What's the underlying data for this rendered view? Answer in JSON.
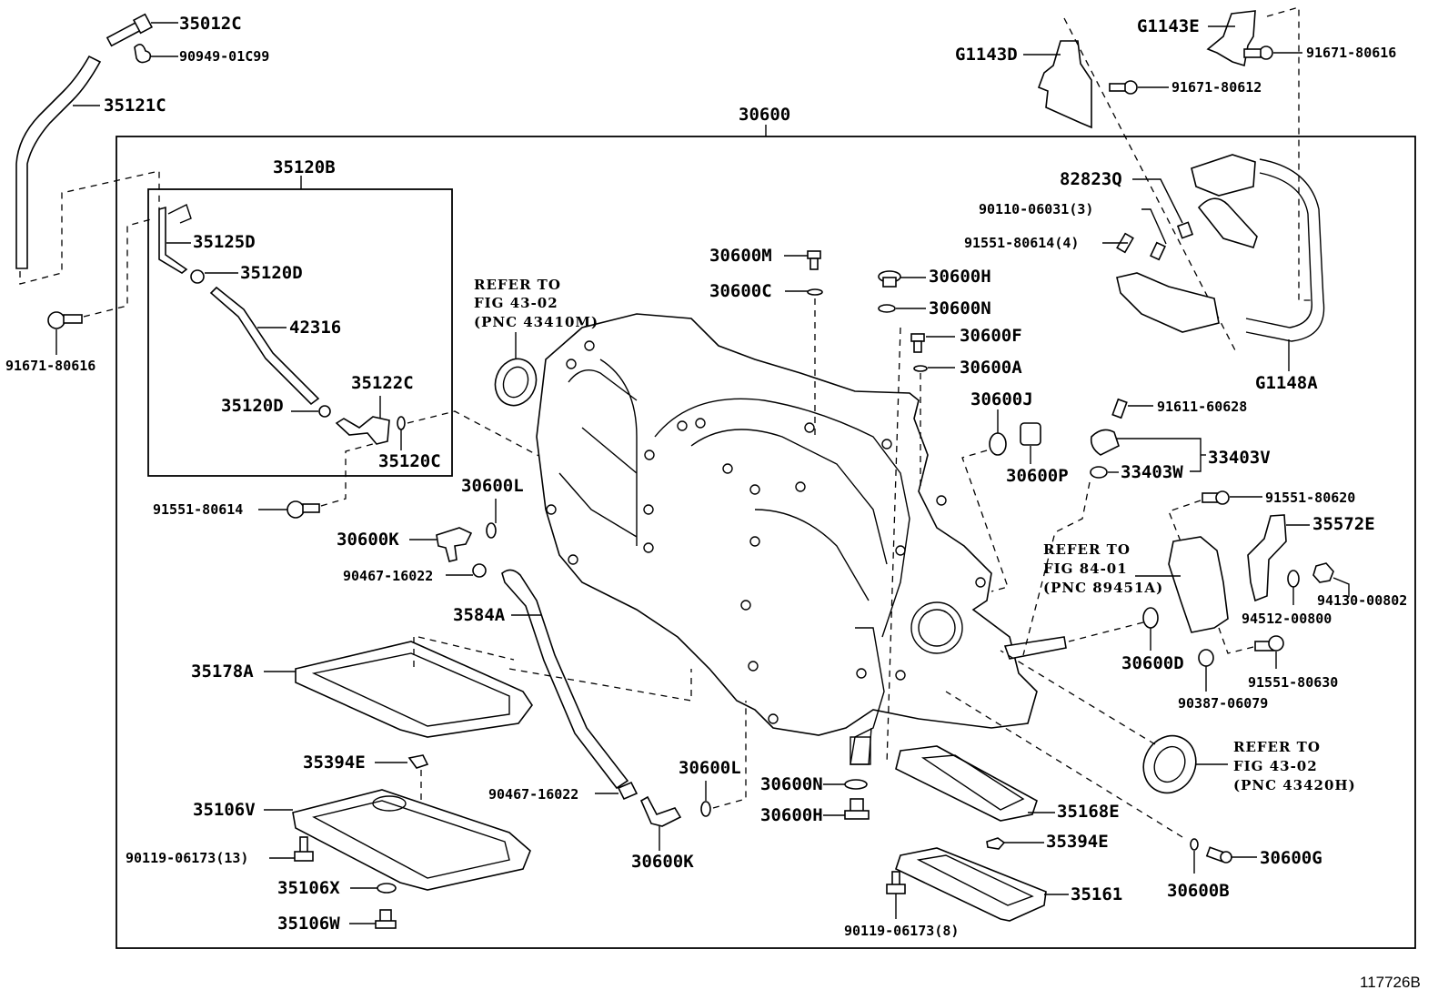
{
  "figure": {
    "assembly_number": "30600",
    "figure_id": "117726B",
    "subassembly_box": "35120B"
  },
  "labels": {
    "p35012C": "35012C",
    "p90949_01C99": "90949-01C99",
    "p35121C": "35121C",
    "p30600": "30600",
    "p35120B": "35120B",
    "p35125D": "35125D",
    "p35120D_top": "35120D",
    "p42316": "42316",
    "p35122C": "35122C",
    "p35120D_bot": "35120D",
    "p35120C": "35120C",
    "p91671_80616_left": "91671-80616",
    "p91551_80614_left": "91551-80614",
    "pG1143D": "G1143D",
    "pG1143E": "G1143E",
    "p91671_80616_right": "91671-80616",
    "p91671_80612": "91671-80612",
    "p82823Q": "82823Q",
    "p90110_06031": "90110-06031(3)",
    "p91551_80614_4": "91551-80614(4)",
    "pG1148A": "G1148A",
    "p30600M": "30600M",
    "p30600C": "30600C",
    "p30600H_top": "30600H",
    "p30600N_top": "30600N",
    "p30600F": "30600F",
    "p30600A": "30600A",
    "p30600J": "30600J",
    "p30600P": "30600P",
    "p91611_60628": "91611-60628",
    "p33403V": "33403V",
    "p33403W": "33403W",
    "p91551_80620": "91551-80620",
    "p35572E": "35572E",
    "p94130_00802": "94130-00802",
    "p94512_00800": "94512-00800",
    "p30600D": "30600D",
    "p91551_80630": "91551-80630",
    "p90387_06079": "90387-06079",
    "p30600L_top": "30600L",
    "p30600K_top": "30600K",
    "p90467_16022_top": "90467-16022",
    "p3584A": "3584A",
    "p35178A": "35178A",
    "p35394E_left": "35394E",
    "p35106V": "35106V",
    "p90119_06173_13": "90119-06173(13)",
    "p35106X": "35106X",
    "p35106W": "35106W",
    "p90467_16022_bot": "90467-16022",
    "p30600L_bot": "30600L",
    "p30600K_bot": "30600K",
    "p30600N_bot": "30600N",
    "p30600H_bot": "30600H",
    "p35168E": "35168E",
    "p35394E_right": "35394E",
    "p35161": "35161",
    "p90119_06173_8": "90119-06173(8)",
    "p30600B": "30600B",
    "p30600G": "30600G"
  },
  "references": {
    "ref_43410M": {
      "line1": "REFER TO",
      "line2": "FIG 43-02",
      "line3": "(PNC 43410M)"
    },
    "ref_89451A": {
      "line1": "REFER TO",
      "line2": "FIG 84-01",
      "line3": "(PNC 89451A)"
    },
    "ref_43420H": {
      "line1": "REFER TO",
      "line2": "FIG 43-02",
      "line3": "(PNC 43420H)"
    }
  }
}
